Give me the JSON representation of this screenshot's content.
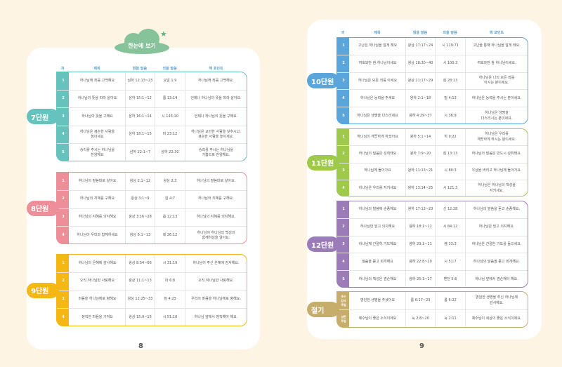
{
  "header": {
    "title": "한눈에 보기"
  },
  "columns": [
    "과",
    "제목",
    "읽을 말씀",
    "외울 말씀",
    "핵 포인트"
  ],
  "pages": {
    "left": "8",
    "right": "9"
  },
  "units": [
    {
      "label": "7단원",
      "color": "#66c2bd",
      "rows": [
        [
          "1",
          "하나님께 죄를 고백해요",
          "삼하 12:13~23",
          "요일 1:9",
          "하나님께 죄를 고백해요."
        ],
        [
          "2",
          "하나님의 뜻을 따라 살아요",
          "삼하 15:1~12",
          "롬 13:14",
          "언제나 하나님의 뜻을 따라 살아요."
        ],
        [
          "3",
          "하나님의 뜻을 구해요",
          "삼하 16:1~14",
          "시 143:10",
          "언제나 하나님의 뜻을 구해요."
        ],
        [
          "4",
          "하나님은 겸손한 사람을\n높이세요",
          "삼하 18:1~15",
          "마 23:12",
          "하나님은 교만한 사람을 낮추시고,\n겸손한 사람을 높이세요."
        ],
        [
          "5",
          "승리를 주시는 하나님을\n찬양해요",
          "삼하 22:1~7",
          "삼하 22:30",
          "승리를 주시는 하나님을\n기쁨으로 찬양해요."
        ]
      ]
    },
    {
      "label": "8단원",
      "color": "#ee8e98",
      "rows": [
        [
          "1",
          "하나님의 말씀대로 살아요",
          "왕상 2:1~12",
          "왕상 2:3",
          "하나님의 말씀대로 살아요."
        ],
        [
          "2",
          "하나님의 지혜를 구해요",
          "왕상 3:1~9",
          "잠 4:7",
          "하나님의 지혜를 구해요."
        ],
        [
          "3",
          "하나님의 지혜를 의지해요",
          "왕상 3:16~28",
          "욥 12:13",
          "하나님의 지혜를 의지해요."
        ],
        [
          "4",
          "하나님이 우리와 함께하세요",
          "왕상 6:1~13",
          "레 26:12",
          "하나님이 하나님의 백성과\n함께하심을 알아요."
        ]
      ]
    },
    {
      "label": "9단원",
      "color": "#f5b714",
      "rows": [
        [
          "1",
          "하나님의 은혜에 감사해요",
          "왕상 8:54~66",
          "시 31:19",
          "하나님이 주신 은혜에 감사해요."
        ],
        [
          "2",
          "오직 하나님만 사랑해요",
          "왕상 11:1~13",
          "마 6:8",
          "오직 하나님만 사랑해요."
        ],
        [
          "3",
          "마음을 하나님께로 향해요",
          "왕상 12:25~33",
          "잠 4:23",
          "우리의 마음을 하나님께로 향해요."
        ],
        [
          "4",
          "정직한 마음을 가져요",
          "왕상 15:9~15",
          "시 51:10",
          "하나님 앞에서 정직해야 해요."
        ]
      ]
    },
    {
      "label": "10단원",
      "color": "#5aa6dc",
      "rows": [
        [
          "1",
          "고난은 하나님을 알게 해요",
          "왕상 17:17~24",
          "시 119:71",
          "고난을 통해 하나님을 알게 돼요."
        ],
        [
          "2",
          "여호와만 참 하나님이세요",
          "왕상 18:30~40",
          "시 100:3",
          "여호와만 참 하나님이세요."
        ],
        [
          "3",
          "하나님은 모든 죄를 아세요",
          "왕상 21:17~29",
          "잠 28:13",
          "하나님은 나의 모든 죄를\n아시는 분이세요."
        ],
        [
          "4",
          "하나님은 능력을 주세요",
          "왕하 2:1~18",
          "빌 4:13",
          "하나님은 능력을 주시는 분이세요."
        ],
        [
          "5",
          "하나님은 생명을 다스리세요",
          "왕하 4:29~37",
          "시 36:9",
          "하나님은 생명을\n다스리시는 분이세요."
        ]
      ]
    },
    {
      "label": "11단원",
      "color": "#9ec94b",
      "rows": [
        [
          "1",
          "하나님이 깨끗하게 하셨어요",
          "왕하 5:1~14",
          "히 9:22",
          "하나님은 우리를\n깨끗하게 하시는 분이세요."
        ],
        [
          "2",
          "하나님의 말씀은 성취돼요",
          "왕하 7:9~20",
          "잠 13:13",
          "하나님의 말씀은 반드시 성취돼요."
        ],
        [
          "3",
          "하나님께 돌아가요",
          "왕하 11:13~21",
          "시 80:3",
          "우상을 버리고 하나님께 돌아가요."
        ],
        [
          "4",
          "하나님은 우리를 지키세요",
          "왕하 13:14~25",
          "시 121:3",
          "하나님은 하나님의 백성을\n지키세요."
        ]
      ]
    },
    {
      "label": "12단원",
      "color": "#9c7cb8",
      "rows": [
        [
          "1",
          "하나님의 말씀에 순종해요",
          "왕하 17:13~23",
          "신 12:28",
          "하나님의 말씀을 듣고 순종해요."
        ],
        [
          "2",
          "하나님만 믿고 의지해요",
          "왕하 18:1~12",
          "시 84:12",
          "하나님만 믿고 의지해요."
        ],
        [
          "3",
          "하나님께 간절히 기도해요",
          "왕하 20:1~11",
          "렘 33:3",
          "하나님은 간절한 기도를 들으세요."
        ],
        [
          "4",
          "말씀을 듣고 회개해요",
          "왕하 22:8~20",
          "시 51:7",
          "하나님의 말씀을 듣고 회개해요."
        ],
        [
          "5",
          "하나님의 백성은 겸손해요",
          "왕하 25:1~17",
          "벧전 5:6",
          "하나님 앞에서 겸손해야 해요."
        ]
      ]
    },
    {
      "label": "절기",
      "color": "#c7ad6b",
      "rows": [
        [
          "추수\n감사\n주일",
          "영원한 생명을 주셨어요",
          "롬 6:17~23",
          "롬 6:22",
          "영원한 생명을 주신 하나님께\n감사해요."
        ],
        [
          "성탄\n주일",
          "예수님이 좋은 소식이에요",
          "눅 2:8~20",
          "눅 2:11",
          "예수님이 세상의 좋은 소식이에요."
        ]
      ]
    }
  ]
}
